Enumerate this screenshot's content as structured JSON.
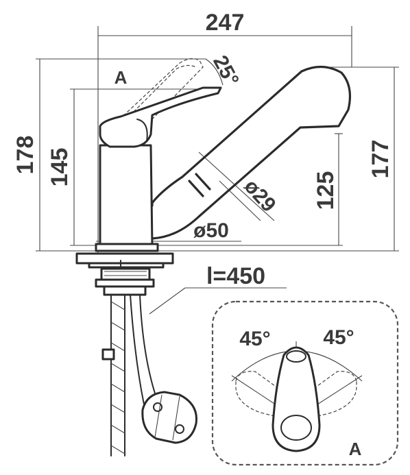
{
  "dimensions": {
    "overall_length": "247",
    "lever_angle": "25°",
    "view_marker_top": "A",
    "height_total": "178",
    "height_lever": "145",
    "height_spout": "177",
    "height_spout_outlet": "125",
    "spout_diameter": "ø29",
    "base_diameter": "ø50",
    "hose_length": "l=450"
  },
  "detail_view": {
    "marker": "A",
    "angle_left": "45°",
    "angle_right": "45°"
  }
}
